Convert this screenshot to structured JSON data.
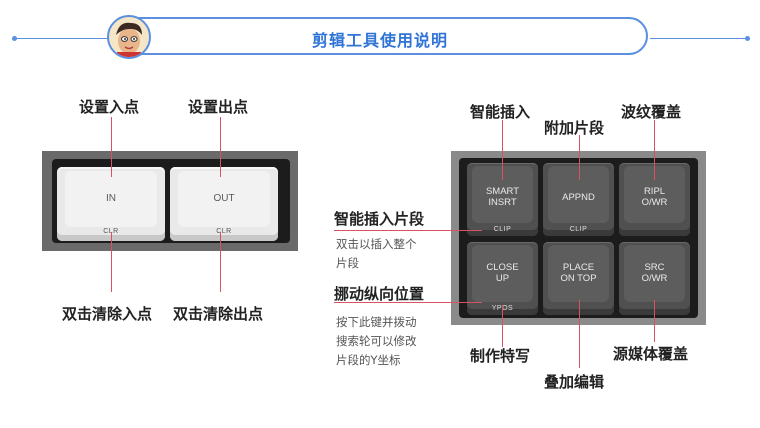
{
  "header": {
    "title": "剪辑工具使用说明"
  },
  "left_keys": [
    {
      "label": "IN",
      "sub": "CLR",
      "top_caption": "设置入点",
      "bottom_caption": "双击清除入点"
    },
    {
      "label": "OUT",
      "sub": "CLR",
      "top_caption": "设置出点",
      "bottom_caption": "双击清除出点"
    }
  ],
  "right_keys": {
    "row1": [
      {
        "label1": "SMART",
        "label2": "INSRT",
        "sub": "CLIP"
      },
      {
        "label1": "APPND",
        "label2": "",
        "sub": "CLIP"
      },
      {
        "label1": "RIPL",
        "label2": "O/WR",
        "sub": ""
      }
    ],
    "row2": [
      {
        "label1": "CLOSE",
        "label2": "UP",
        "sub": "YPOS"
      },
      {
        "label1": "PLACE",
        "label2": "ON TOP",
        "sub": ""
      },
      {
        "label1": "SRC",
        "label2": "O/WR",
        "sub": ""
      }
    ]
  },
  "captions": {
    "smart_insert": "智能插入",
    "append_clip": "附加片段",
    "ripple_overwrite": "波纹覆盖",
    "smart_insert_clip": "智能插入片段",
    "smart_insert_clip_desc1": "双击以插入整个",
    "smart_insert_clip_desc2": "片段",
    "move_vertical": "挪动纵向位置",
    "move_vertical_desc1": "按下此键并拨动",
    "move_vertical_desc2": "搜索轮可以修改",
    "move_vertical_desc3": "片段的Y坐标",
    "close_up": "制作特写",
    "place_on_top": "叠加编辑",
    "source_overwrite": "源媒体覆盖"
  }
}
